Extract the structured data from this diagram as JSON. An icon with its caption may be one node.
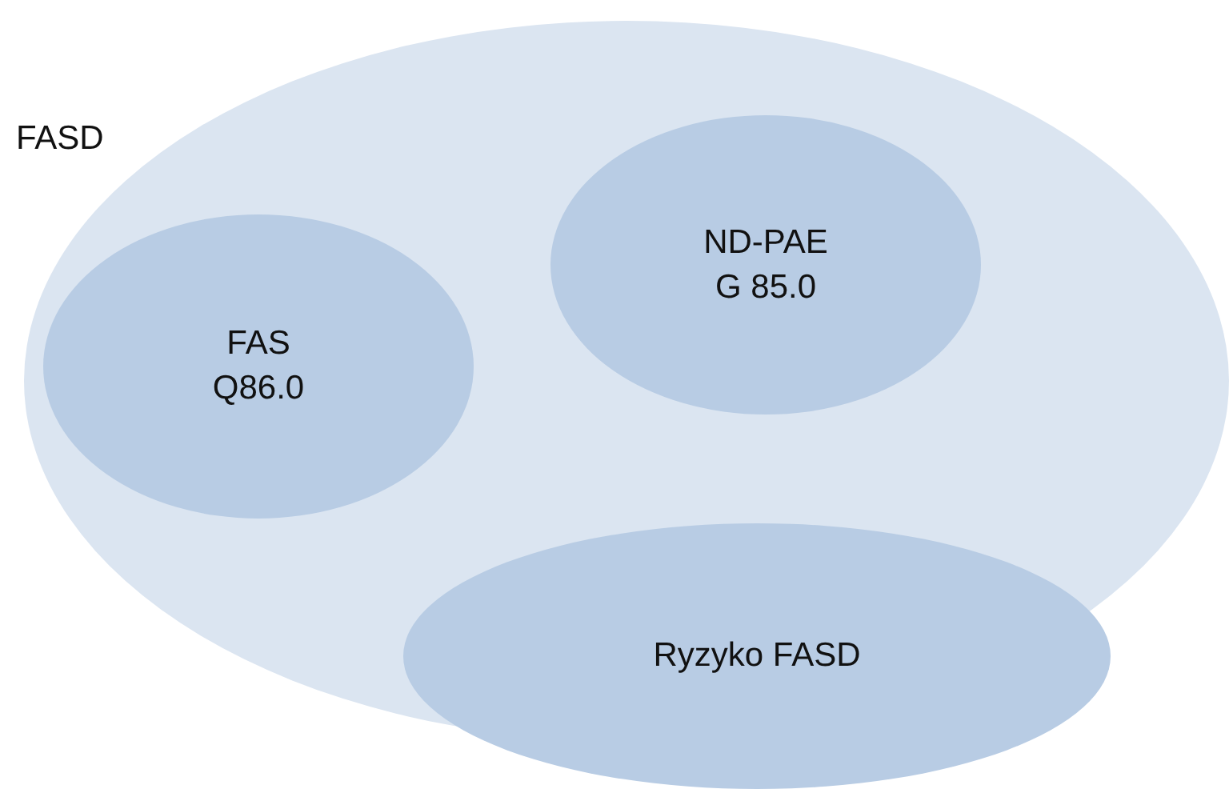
{
  "diagram": {
    "nodes": [
      {
        "text": [
          "FASD"
        ]
      },
      {
        "text": [
          "FAS",
          "Q86.0"
        ],
        "in": 0
      },
      {
        "text": [
          "ND-PAE",
          "G 85.0"
        ],
        "in": 0
      },
      {
        "text": [
          "Ryzyko FASD"
        ]
      }
    ]
  }
}
